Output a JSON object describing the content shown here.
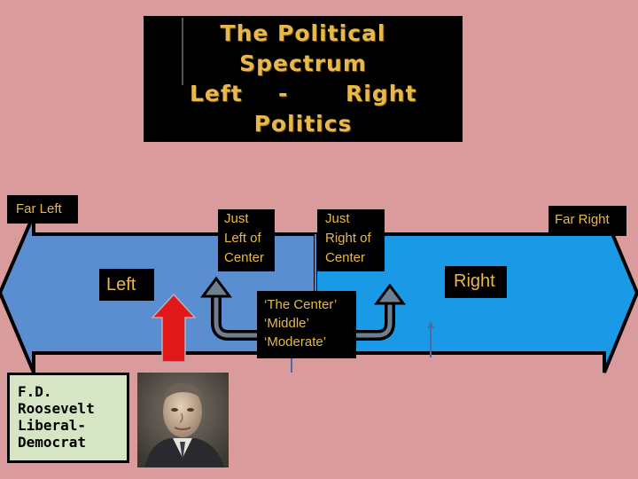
{
  "title": {
    "line1": "The Political",
    "line2": "Spectrum",
    "line3_left": "Left",
    "line3_dash": "-",
    "line3_right": "Right",
    "line4": "Politics"
  },
  "labels": {
    "far_left": "Far Left",
    "just_left": [
      "Just",
      "Left of",
      "Center"
    ],
    "just_right": [
      "Just",
      "Right of",
      "Center"
    ],
    "far_right": "Far Right",
    "left": "Left",
    "right": "Right",
    "center": [
      "‘The Center’",
      "‘Middle’",
      "‘Moderate’"
    ]
  },
  "person": {
    "lines": [
      "F.D.",
      "Roosevelt",
      "Liberal-",
      "Democrat"
    ],
    "portrait_icon": "portrait-of-roosevelt"
  },
  "colors": {
    "background": "#d99b9b",
    "left_arrow": "#5b8ed0",
    "right_arrow": "#1a9ae6",
    "label_bg": "#000000",
    "label_text": "#e8b84a",
    "marker": "#e02020"
  }
}
